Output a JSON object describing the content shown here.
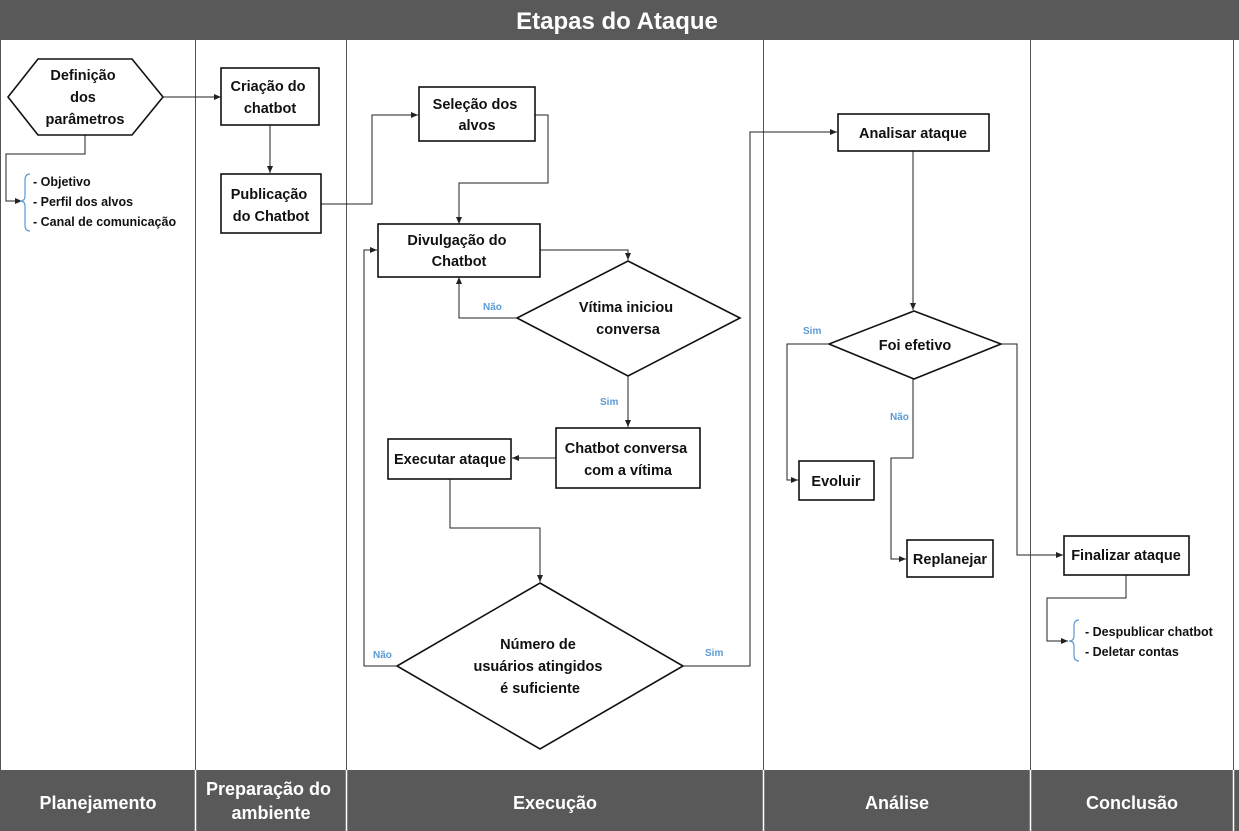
{
  "title": "Etapas do Ataque",
  "colors": {
    "header_bg": "#595959",
    "brace": "#5b9bd5",
    "edge_label": "#5b9bd5"
  },
  "lanes": {
    "planejamento": "Planejamento",
    "preparacao": [
      "Preparação do",
      "ambiente"
    ],
    "execucao": "Execução",
    "analise": "Análise",
    "conclusao": "Conclusão"
  },
  "nodes": {
    "definicao": [
      "Definição",
      "dos",
      "parâmetros"
    ],
    "criacao": [
      "Criação do",
      "chatbot"
    ],
    "publicacao": [
      "Publicação",
      "do Chatbot"
    ],
    "selecao": [
      "Seleção dos",
      "alvos"
    ],
    "divulgacao": [
      "Divulgação do",
      "Chatbot"
    ],
    "vitima": [
      "Vítima iniciou",
      "conversa"
    ],
    "chatbot_conversa": [
      "Chatbot conversa",
      "com a vítima"
    ],
    "executar": "Executar ataque",
    "numero": [
      "Número de",
      "usuários atingidos",
      "é suficiente"
    ],
    "analisar": "Analisar ataque",
    "foi_efetivo": "Foi efetivo",
    "evoluir": "Evoluir",
    "replanejar": "Replanejar",
    "finalizar": "Finalizar ataque"
  },
  "lists": {
    "parametros": [
      "- Objetivo",
      "- Perfil dos alvos",
      "- Canal de comunicação"
    ],
    "conclusao": [
      "- Despublicar chatbot",
      "- Deletar contas"
    ]
  },
  "edge_labels": {
    "vitima_nao": "Não",
    "vitima_sim": "Sim",
    "numero_nao": "Não",
    "numero_sim": "Sim",
    "efetivo_sim": "Sim",
    "efetivo_nao": "Não"
  }
}
